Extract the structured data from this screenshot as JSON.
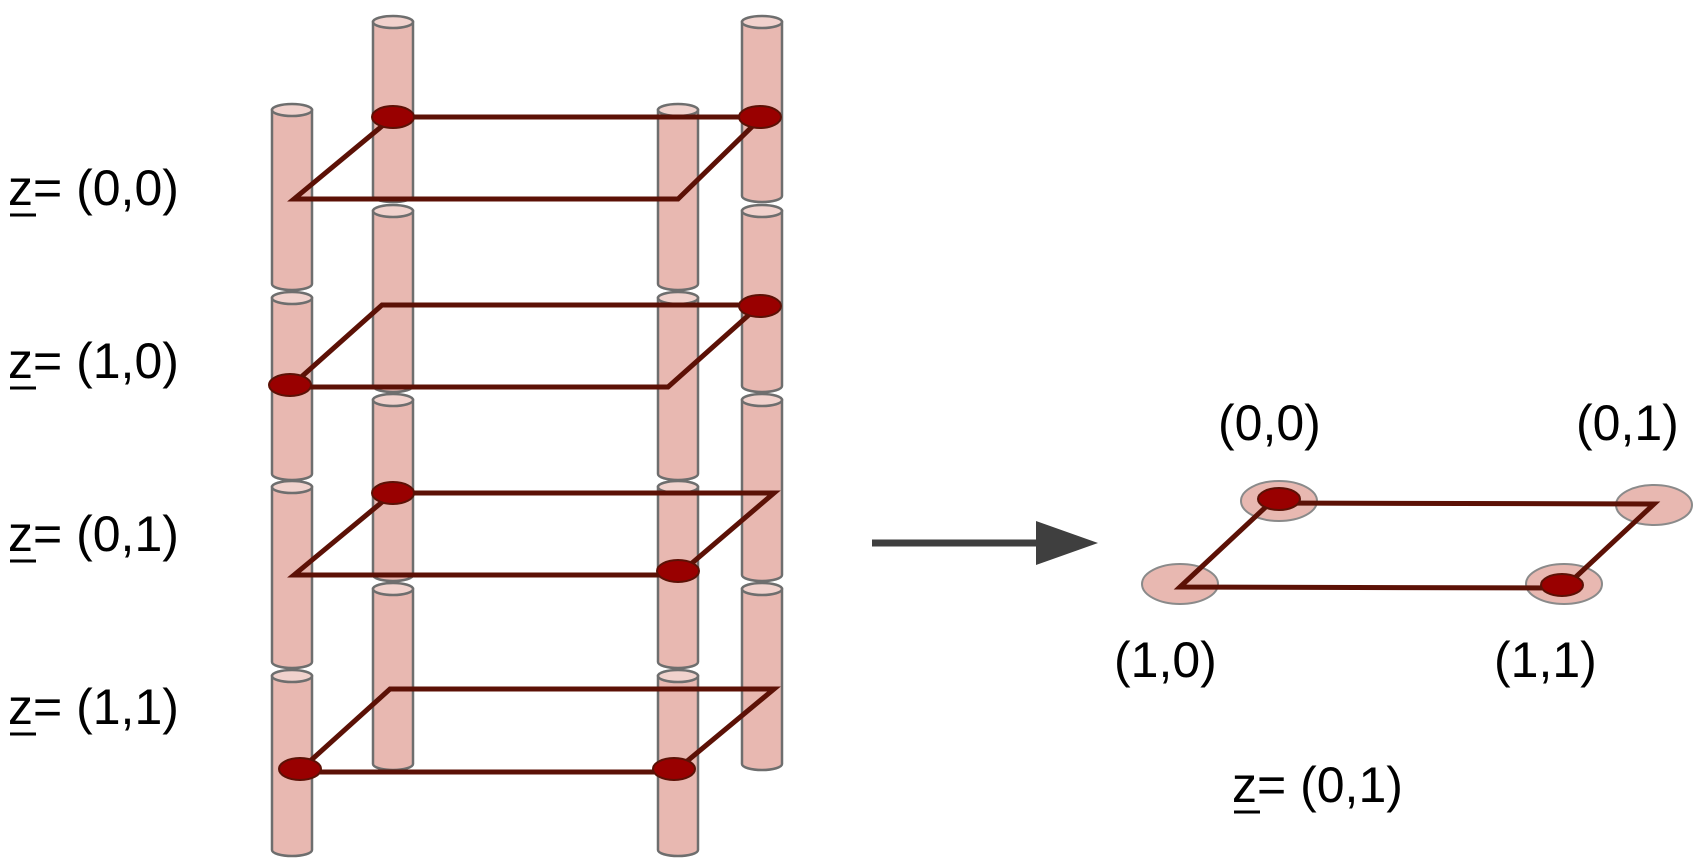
{
  "colors": {
    "cylinder_fill": "#e8b8b1",
    "cylinder_stroke": "#6e6e6e",
    "edge": "#5c1106",
    "node": "#990000",
    "arrow": "#3f3f3f",
    "halo": "#e8b8b1"
  },
  "layers": [
    {
      "label": "z= (0,0)",
      "z": [
        0,
        0
      ]
    },
    {
      "label": "z= (1,0)",
      "z": [
        1,
        0
      ]
    },
    {
      "label": "z= (0,1)",
      "z": [
        0,
        1
      ]
    },
    {
      "label": "z= (1,1)",
      "z": [
        1,
        1
      ]
    }
  ],
  "result": {
    "label": "z= (0,1)",
    "corner_labels": {
      "top_left": "(0,0)",
      "top_right": "(0,1)",
      "bottom_left": "(1,0)",
      "bottom_right": "(1,1)"
    }
  }
}
